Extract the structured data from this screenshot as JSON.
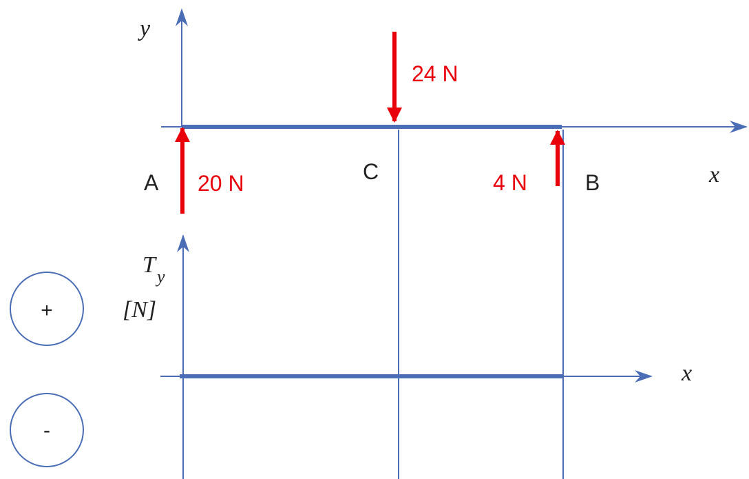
{
  "colors": {
    "axis": "#4a6db5",
    "beam": "#4a6db5",
    "force": "#e8000b",
    "text": "#222222"
  },
  "beam": {
    "axis_y_label": "y",
    "axis_x_label": "x",
    "points": {
      "a": "A",
      "c": "C",
      "b": "B"
    },
    "forces": {
      "at_a": {
        "label": "20 N",
        "value": 20,
        "unit": "N",
        "direction": "up"
      },
      "at_c": {
        "label": "24 N",
        "value": 24,
        "unit": "N",
        "direction": "down"
      },
      "at_b": {
        "label": "4 N",
        "value": 4,
        "unit": "N",
        "direction": "up"
      }
    }
  },
  "shear_diagram": {
    "ylabel_main": "T",
    "ylabel_sub": "y",
    "ylabel_unit": "[N]",
    "xlabel": "x"
  },
  "sign_legend": {
    "positive": "+",
    "negative": "-"
  }
}
